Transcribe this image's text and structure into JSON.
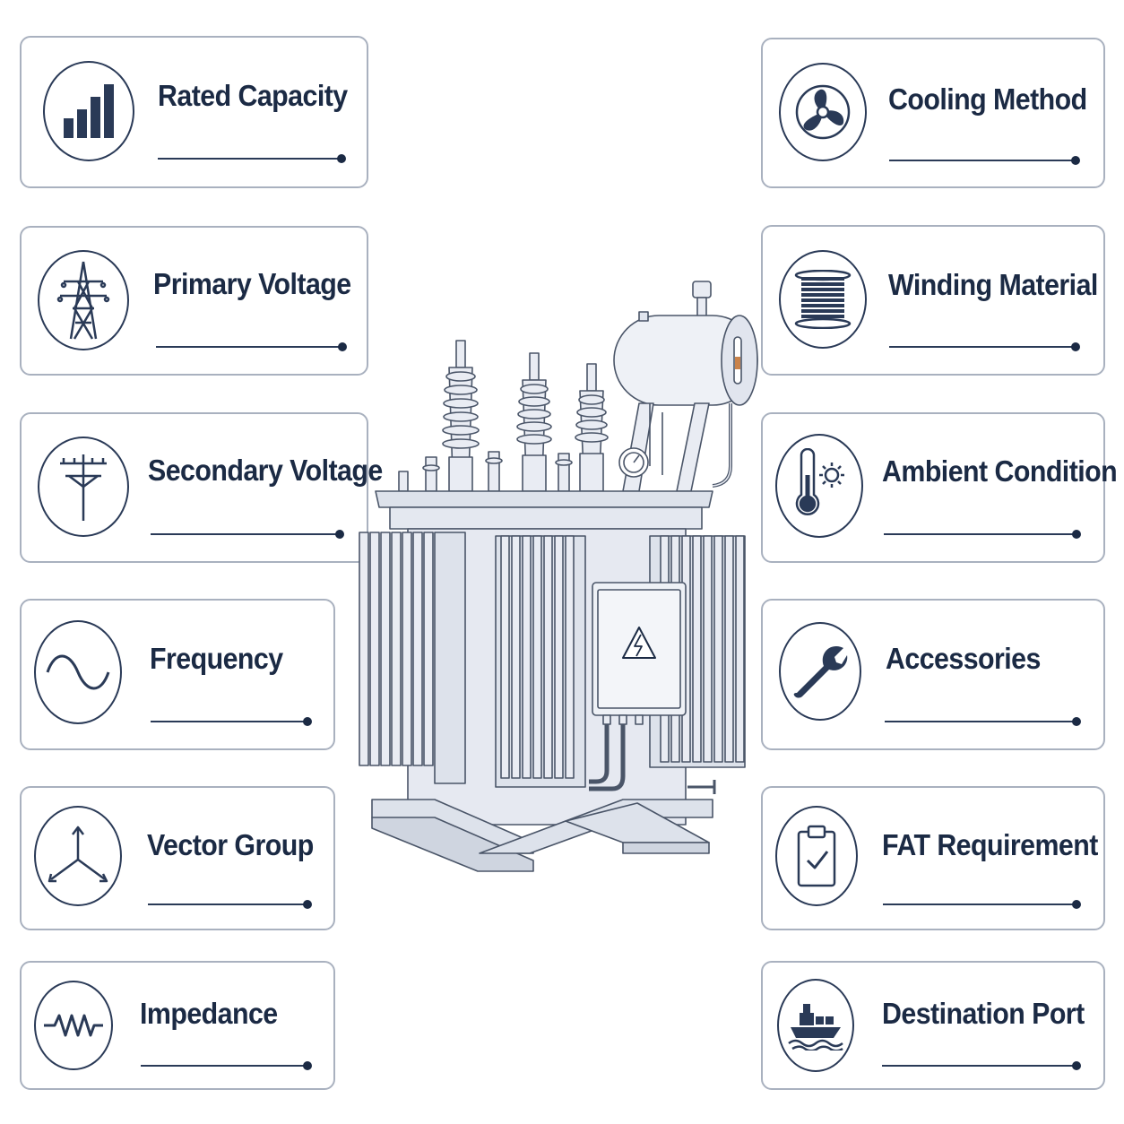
{
  "left_cards": [
    {
      "label": "Rated Capacity",
      "icon": "bar-chart-icon"
    },
    {
      "label": "Primary Voltage",
      "icon": "transmission-tower-icon"
    },
    {
      "label": "Secondary Voltage",
      "icon": "utility-pole-icon"
    },
    {
      "label": "Frequency",
      "icon": "sine-wave-icon"
    },
    {
      "label": "Vector Group",
      "icon": "three-phase-star-icon"
    },
    {
      "label": "Impedance",
      "icon": "resistor-icon"
    }
  ],
  "right_cards": [
    {
      "label": "Cooling Method",
      "icon": "fan-icon"
    },
    {
      "label": "Winding Material",
      "icon": "copper-coil-icon"
    },
    {
      "label": "Ambient Condition",
      "icon": "thermometer-sun-icon"
    },
    {
      "label": "Accessories",
      "icon": "wrench-icon"
    },
    {
      "label": "FAT Requirement",
      "icon": "clipboard-check-icon"
    },
    {
      "label": "Destination Port",
      "icon": "cargo-ship-icon"
    }
  ],
  "colors": {
    "ink": "#1b2a44",
    "card_border": "#a9b1bf",
    "transformer_fill": "#e9ecf3",
    "transformer_line": "#4a5568"
  }
}
